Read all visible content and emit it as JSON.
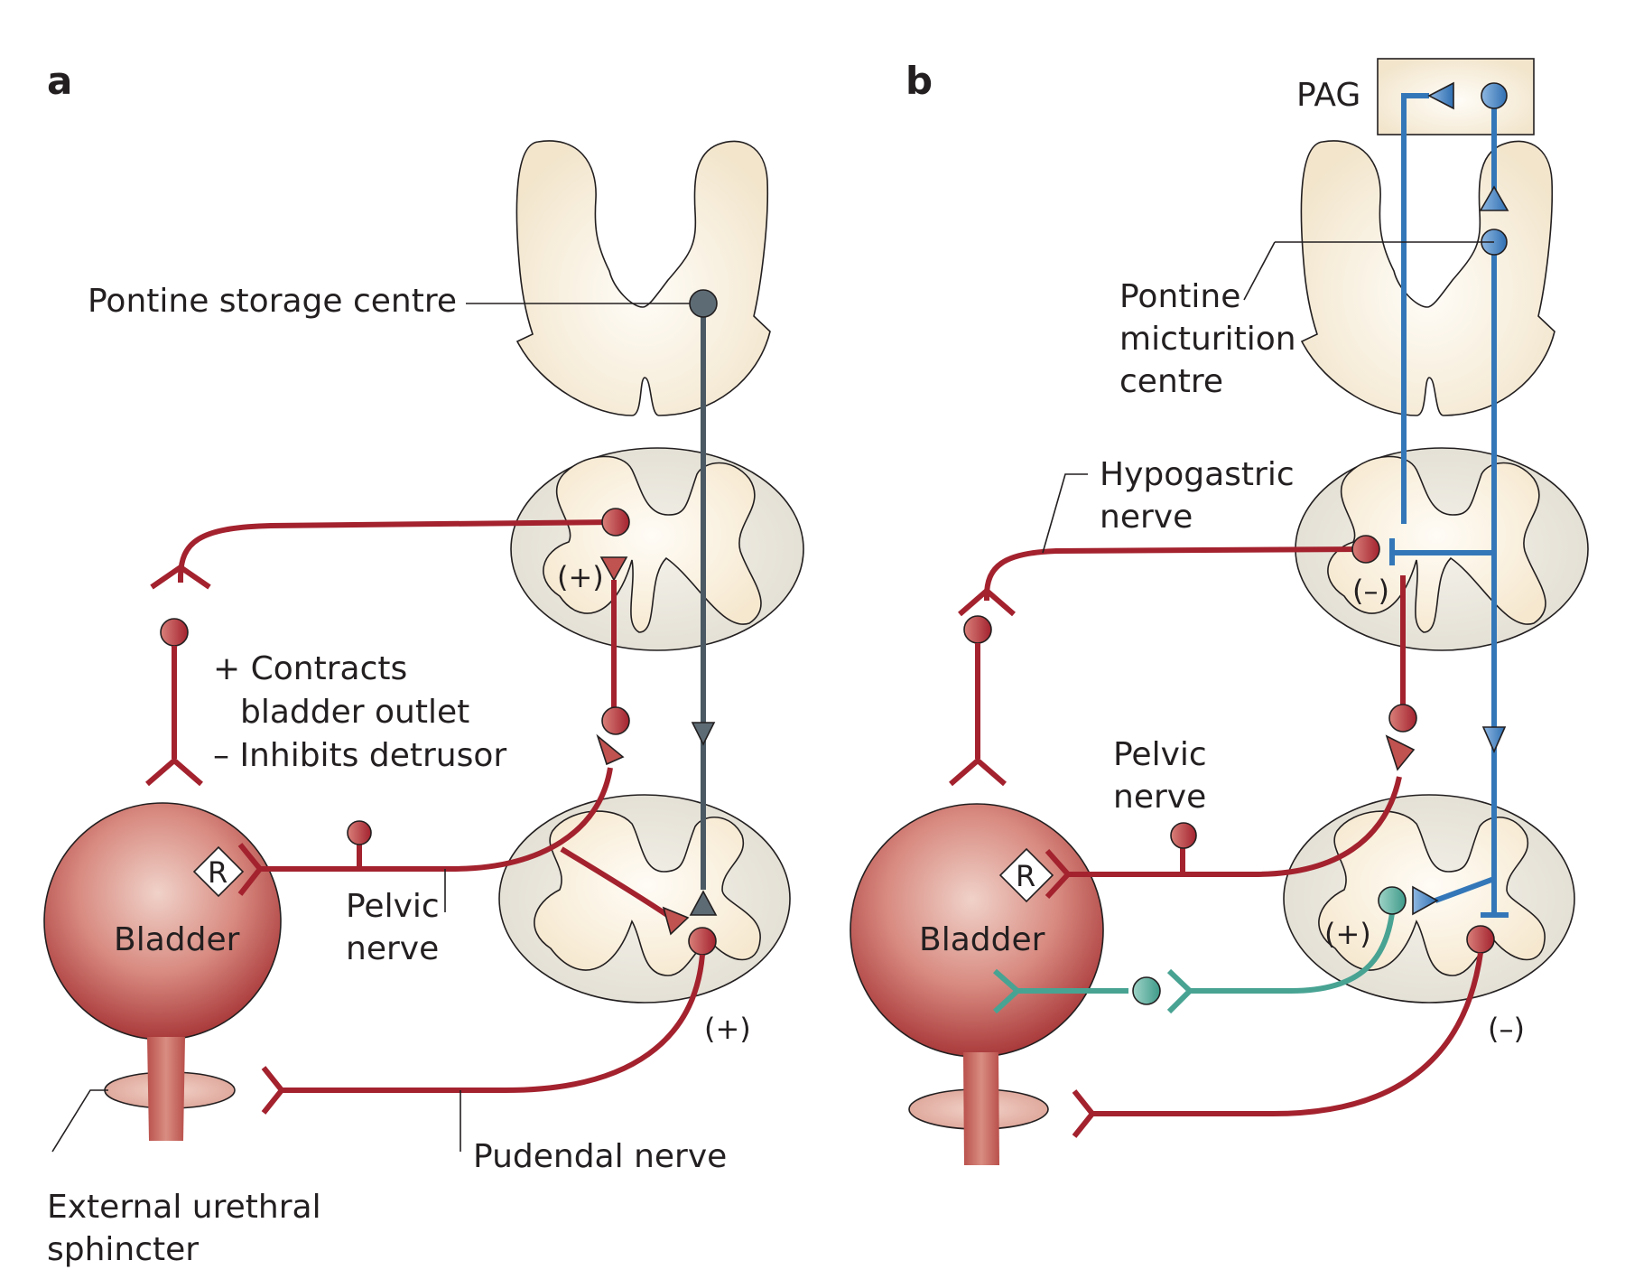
{
  "figure": {
    "panels": [
      {
        "id": "a",
        "label": "a",
        "labels": {
          "pontine_storage_centre": "Pontine storage centre",
          "effect_line1": "+ Contracts",
          "effect_line2": "bladder outlet",
          "effect_line3": "– Inhibits detrusor",
          "pelvic_nerve_line1": "Pelvic",
          "pelvic_nerve_line2": "nerve",
          "pudendal_nerve": "Pudendal nerve",
          "bladder": "Bladder",
          "receptor": "R",
          "sphincter_line1": "External urethral",
          "sphincter_line2": "sphincter",
          "sign_thoracolumbar": "(+)",
          "sign_sacral": "(+)"
        }
      },
      {
        "id": "b",
        "label": "b",
        "labels": {
          "pag": "PAG",
          "pmc_line1": "Pontine",
          "pmc_line2": "micturition",
          "pmc_line3": "centre",
          "hypogastric_line1": "Hypogastric",
          "hypogastric_line2": "nerve",
          "pelvic_nerve_line1": "Pelvic",
          "pelvic_nerve_line2": "nerve",
          "bladder": "Bladder",
          "receptor": "R",
          "sign_thoracolumbar": "(–)",
          "sign_sacral_interneuron": "(+)",
          "sign_sacral_motor": "(–)"
        }
      }
    ],
    "colors": {
      "sympathetic_somatic": "#a3222e",
      "descending_storage": "#4a5963",
      "descending_micturition": "#3477b8",
      "afferent": "#48a393",
      "tissue": "#f4ead8",
      "cord_white_matter": "#e4e0d4"
    }
  }
}
